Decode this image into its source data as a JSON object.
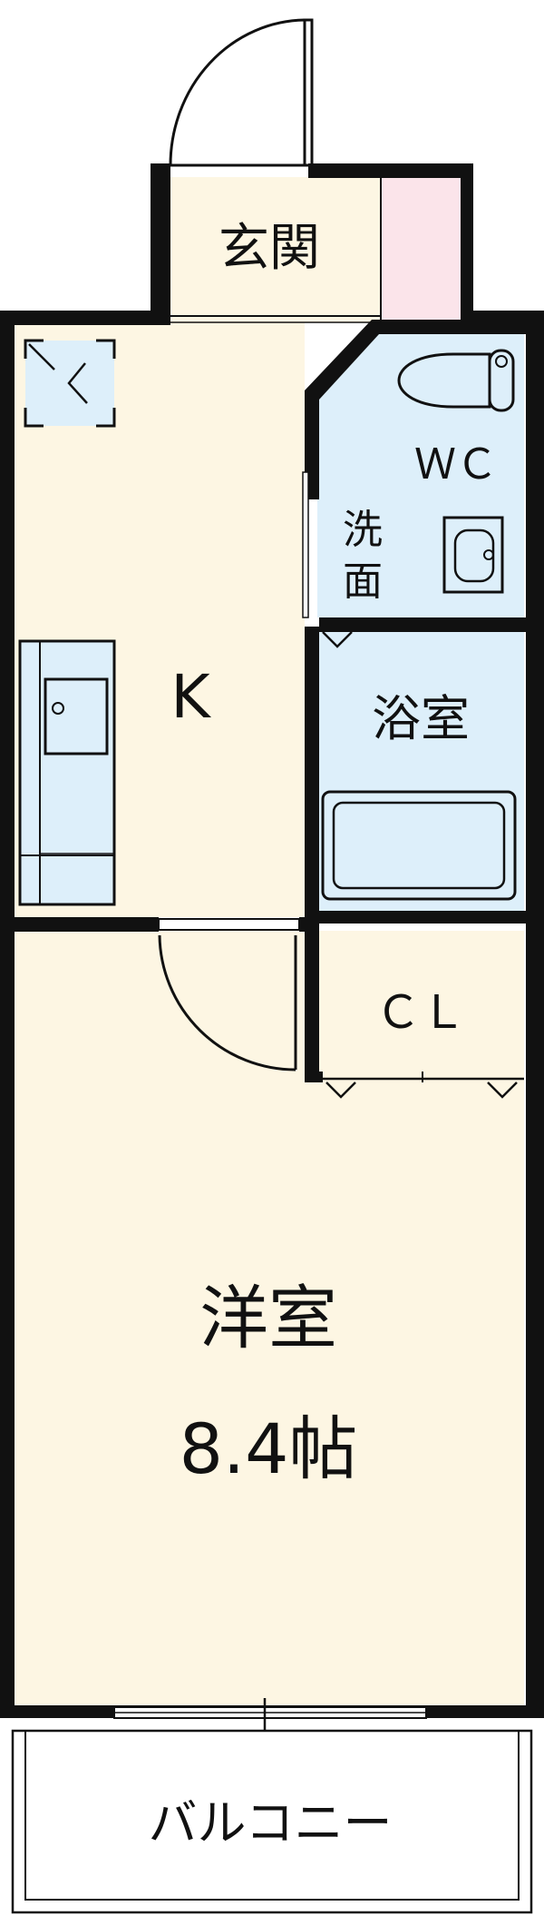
{
  "rooms": {
    "entrance": {
      "label": "玄関"
    },
    "kitchen": {
      "label": "K"
    },
    "toilet": {
      "label": "ＷＣ"
    },
    "washroom": {
      "label_line1": "洗",
      "label_line2": "面"
    },
    "bathroom": {
      "label": "浴室"
    },
    "closet": {
      "label": "ＣＬ"
    },
    "western_room": {
      "label": "洋室",
      "size": "8.4帖"
    },
    "balcony": {
      "label": "バルコニー"
    }
  },
  "colors": {
    "wall": "#111111",
    "floor": "#fdf6e3",
    "water": "#ddeffa",
    "closet": "#fbe4ea",
    "entry_pink": "#fbe4ea",
    "balcony": "#ffffff"
  }
}
